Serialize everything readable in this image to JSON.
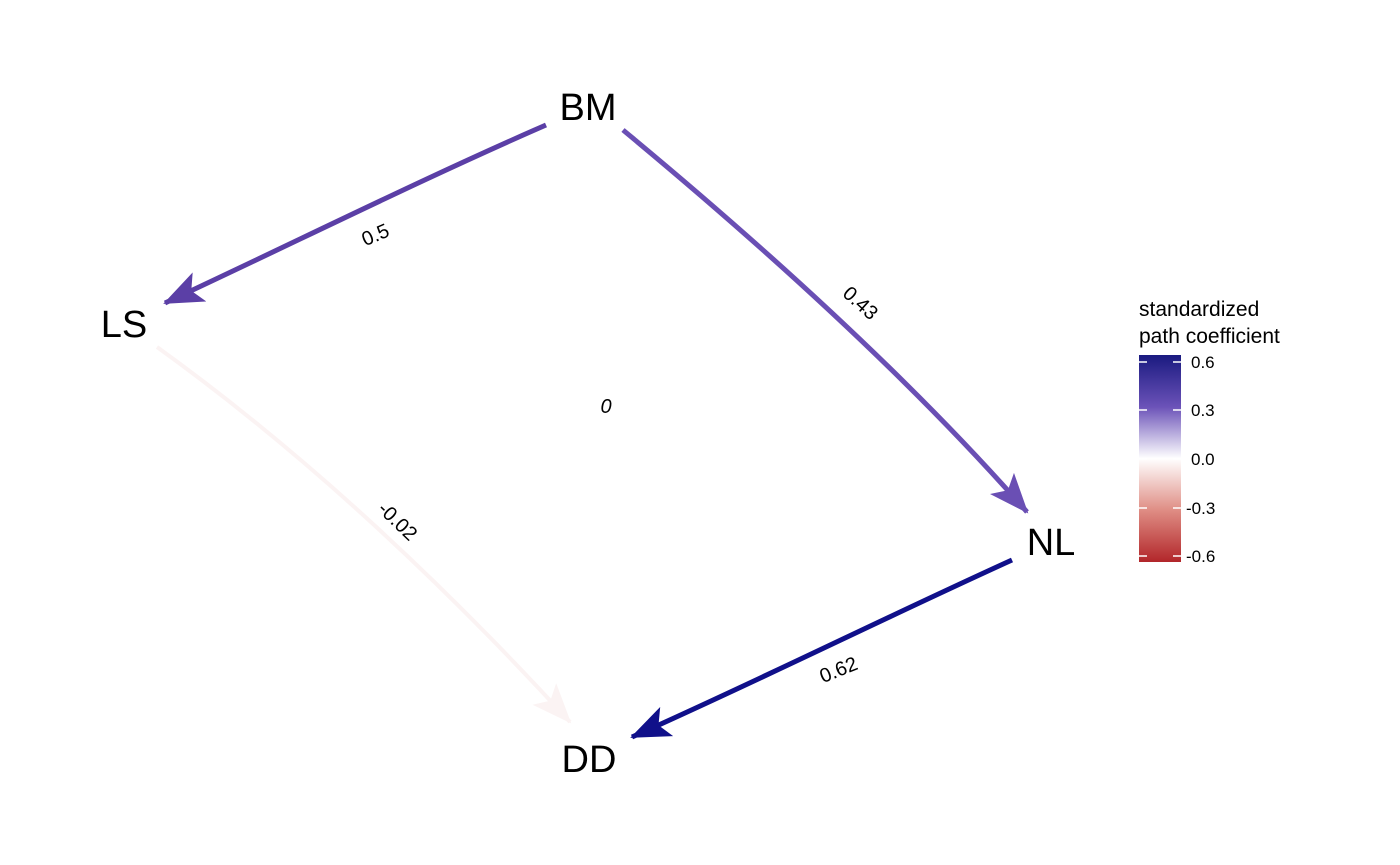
{
  "nodes": {
    "bm": "BM",
    "ls": "LS",
    "nl": "NL",
    "dd": "DD"
  },
  "edges": [
    {
      "from": "BM",
      "to": "LS",
      "label": "0.5",
      "coefficient": 0.5,
      "color": "#5b3fa6"
    },
    {
      "from": "BM",
      "to": "NL",
      "label": "0.43",
      "coefficient": 0.43,
      "color": "#6a4fb4"
    },
    {
      "from": "LS",
      "to": "DD",
      "label": "-0.02",
      "coefficient": -0.02,
      "color": "#fbf3f3"
    },
    {
      "from": "NL",
      "to": "DD",
      "label": "0.62",
      "coefficient": 0.62,
      "color": "#10108a"
    }
  ],
  "center_label": "0",
  "legend": {
    "title_line1": "standardized",
    "title_line2": "path coefficient",
    "ticks": [
      "0.6",
      "0.3",
      "0.0",
      "-0.3",
      "-0.6"
    ],
    "colors": {
      "high": "#1a1a80",
      "mid": "#ffffff",
      "low": "#b2262a"
    }
  }
}
